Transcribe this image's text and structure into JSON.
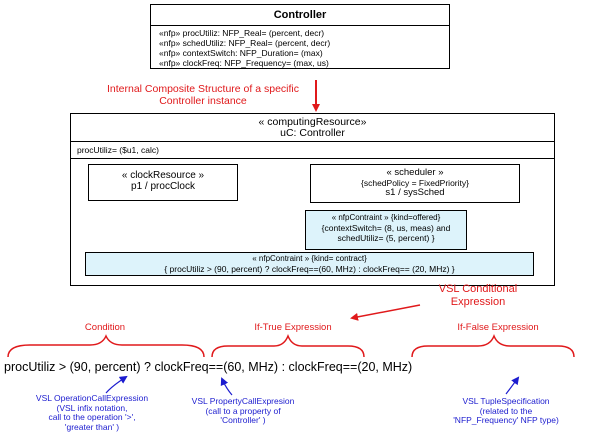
{
  "controller_class": {
    "title": "Controller",
    "attributes": [
      "«nfp» procUtiliz: NFP_Real= (percent, decr)",
      "«nfp» schedUtiliz: NFP_Real= (percent, decr)",
      "«nfp» contextSwitch: NFP_Duration= (max)",
      "«nfp» clockFreq: NFP_Frequency= (max, us)"
    ]
  },
  "internal_structure_label": "Internal Composite Structure of a specific Controller instance",
  "instance": {
    "stereotype": "« computingResource»",
    "name": "uC: Controller",
    "slot": "procUtiliz= ($u1, calc)"
  },
  "clock_resource": {
    "stereotype": "« clockResource »",
    "name": "p1 / procClock"
  },
  "scheduler": {
    "stereotype": "« scheduler »",
    "policy": "{schedPolicy = FixedPriority}",
    "name": "s1 / sysSched"
  },
  "note_scheduler": {
    "header": "« nfpContraint » {kind=offered}",
    "line1": "{contextSwitch= (8, us, meas) and",
    "line2": "schedUtiliz= (5, percent) }"
  },
  "note_contract": {
    "header": "« nfpContraint » {kind= contract}",
    "line": "{ procUtiliz > (90, percent) ? clockFreq==(60, MHz) : clockFreq== (20, MHz) }"
  },
  "vsl_conditional_label": "VSL Conditional Expression",
  "sections": {
    "condition": "Condition",
    "if_true": "If-True Expression",
    "if_false": "If-False Expression"
  },
  "expression": {
    "condition": "procUtiliz > (90, percent)",
    "q": "?",
    "if_true": "clockFreq==(60, MHz)",
    "colon": ":",
    "if_false": "clockFreq==(20, MHz)"
  },
  "annotations": {
    "operation": [
      "VSL OperationCallExpression",
      "(VSL infix notation,",
      "call to the operation '>',",
      "'greater than' )"
    ],
    "property": [
      "VSL PropertyCallExpresion",
      "(call to a property of",
      "'Controller' )"
    ],
    "tuple": [
      "VSL TupleSpecification",
      "(related to the",
      "'NFP_Frequency' NFP type)"
    ]
  },
  "colors": {
    "red": "#e0191b",
    "blue": "#1c1ccf",
    "note_fill": "#ddf3fb"
  }
}
